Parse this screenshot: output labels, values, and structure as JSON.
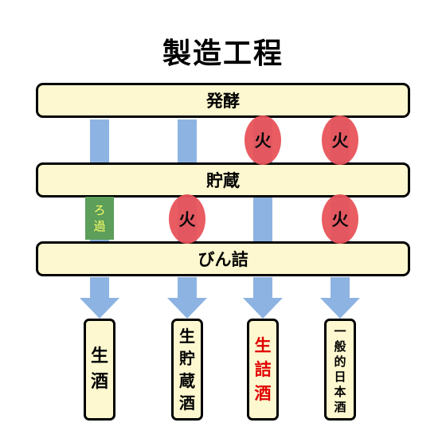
{
  "title": "製造工程",
  "stages": {
    "fermentation": "発酵",
    "storage": "貯蔵",
    "bottling": "びん詰"
  },
  "fire_label": "火",
  "filtration": {
    "line1": "ろ",
    "line2": "過"
  },
  "products": [
    {
      "chars": [
        "生",
        "酒"
      ],
      "color": "#000000"
    },
    {
      "chars": [
        "生",
        "貯",
        "蔵",
        "酒"
      ],
      "color": "#000000"
    },
    {
      "chars": [
        "生",
        "詰",
        "酒"
      ],
      "color": "#e00000"
    },
    {
      "chars": [
        "一",
        "般",
        "的",
        "日",
        "本",
        "酒"
      ],
      "color": "#000000"
    }
  ],
  "colors": {
    "box_fill": "#fdf8cf",
    "flow": "#8db3e2",
    "fire": "#e8545a",
    "filter": "#5c9e5a",
    "filter_text": "#ffff66"
  }
}
